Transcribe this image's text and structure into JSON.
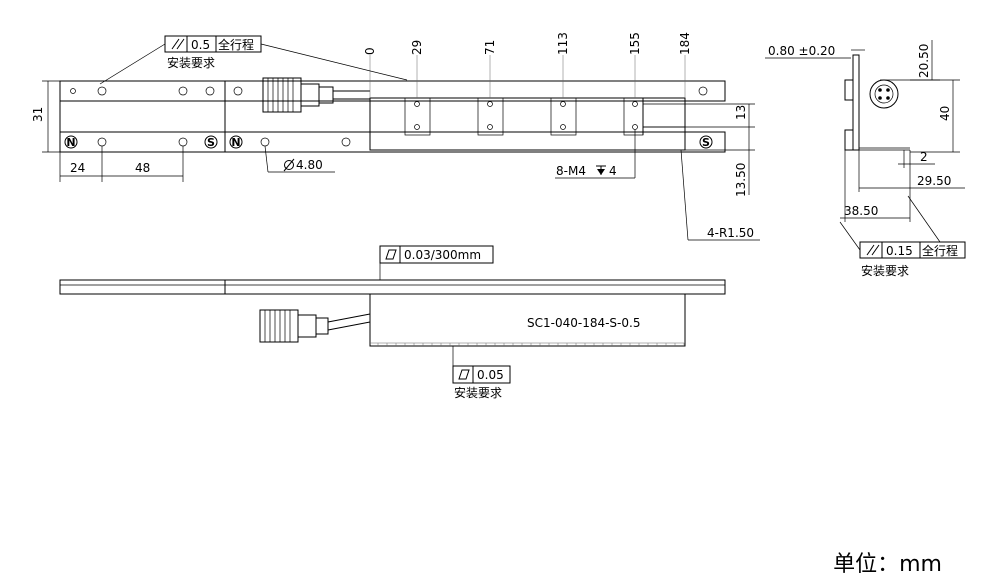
{
  "drawing": {
    "part_number": "SC1-040-184-S-0.5",
    "unit_label": "单位：mm",
    "install_note": "安装要求",
    "full_stroke": "全行程",
    "tol_parallel_main": "0.5",
    "tol_parallel_side": "0.15",
    "tol_flat_top": "0.03/300mm",
    "tol_flat_bottom": "0.05",
    "hole_positions": [
      "0",
      "29",
      "71",
      "113",
      "155",
      "184"
    ],
    "dim_31": "31",
    "dim_24": "24",
    "dim_48": "48",
    "dim_hole_dia": "4.80",
    "dim_13": "13",
    "dim_13_50": "13.50",
    "thread_note": "8-M4",
    "thread_depth": "4",
    "radius_note": "4-R1.50",
    "side_gap": "0.80 ±0.20",
    "side_20_50": "20.50",
    "side_40": "40",
    "side_2": "2",
    "side_29_50": "29.50",
    "side_38_50": "38.50",
    "symbols": {
      "parallel": "parallel-symbol",
      "flatness": "flatness-symbol",
      "diameter": "diameter-symbol",
      "depth": "depth-symbol",
      "north": "N",
      "south": "S"
    }
  }
}
